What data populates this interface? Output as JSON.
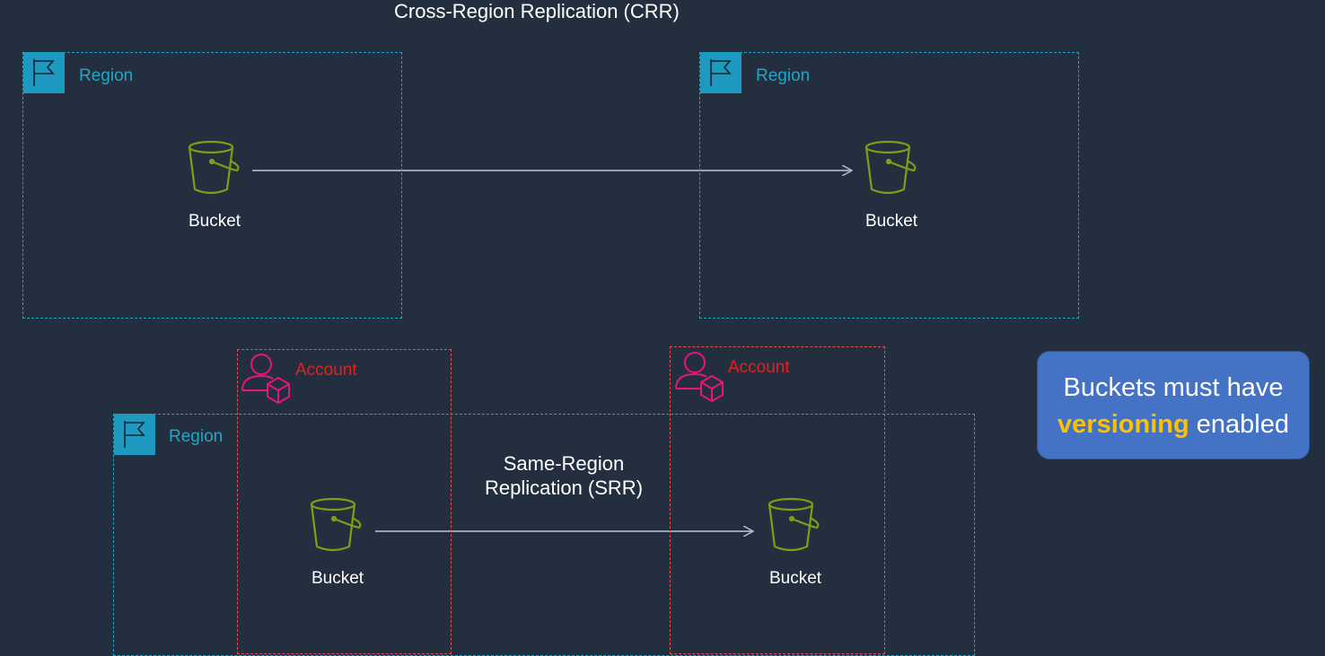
{
  "title": "Cross-Region Replication (CRR)",
  "crr": {
    "source_region_label": "Region",
    "target_region_label": "Region",
    "source_bucket_label": "Bucket",
    "target_bucket_label": "Bucket"
  },
  "srr": {
    "label_line1": "Same-Region",
    "label_line2": "Replication (SRR)",
    "region_label": "Region",
    "source_account_label": "Account",
    "target_account_label": "Account",
    "source_bucket_label": "Bucket",
    "target_bucket_label": "Bucket"
  },
  "note": {
    "line1": "Buckets must have",
    "highlight": "versioning",
    "rest": " enabled"
  },
  "colors": {
    "background": "#232f3e",
    "region": "#21a6c9",
    "account": "#e8514b",
    "bucket": "#7aa116",
    "arrow": "#a6b4cc",
    "note_bg": "#4472c4",
    "note_highlight": "#ffc000"
  },
  "icons": [
    "region-flag-icon",
    "bucket-icon",
    "account-icon"
  ]
}
